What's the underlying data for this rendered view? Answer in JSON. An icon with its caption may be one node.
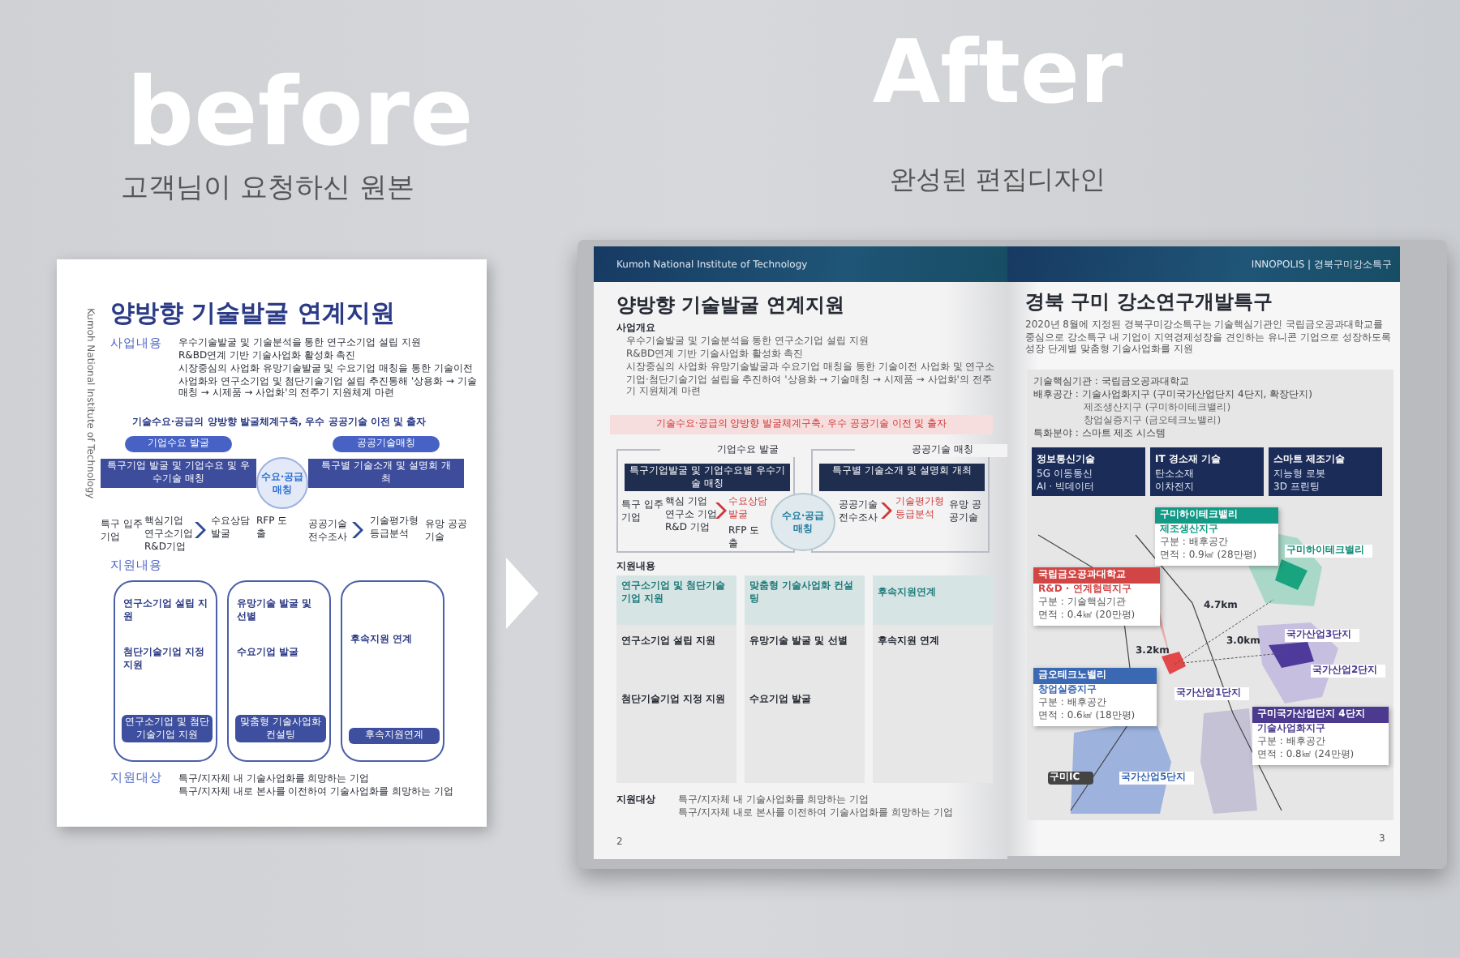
{
  "diagram": {
    "nodes": [
      {
        "text": [
          "Kumoh National Institute of Technology",
          "양방향 기술발굴 연계지원",
          "사업내용",
          "우수기술발굴 및 기술분석을 통한 연구소기업 설립 지원",
          "R&BD연계 기반 기술사업화 활성화 촉진",
          "시장중심의 사업화 유망기술발굴 및 수요기업 매칭을 통한 기술이전 사업화와 연구소기업 및 첨단기술기업 설립 추진통해 '상용화 → 기술매칭 → 시제품 → 사업화'의 전주기 지원체계 마련",
          "기술수요·공급의 양방향 발굴체계구축, 우수 공공기술 이전 및 출자",
          "지원내용",
          "지원대상",
          "특구/지자체 내 기술사업화를 희망하는 기업",
          "특구/지자체 내로 본사를 이전하여 기술사업화를 희망하는 기업"
        ]
      },
      {
        "text": [
          "기업수요 발굴"
        ],
        "in": 0
      },
      {
        "text": [
          "공공기술매칭"
        ],
        "in": 0
      },
      {
        "text": [
          "특구기업 발굴 및 기업수요 및 우수기술 매칭"
        ],
        "in": 0
      },
      {
        "text": [
          "특구별 기술소개 및 설명회 개최"
        ],
        "in": 0
      },
      {
        "text": [
          "수요·공급 매칭"
        ],
        "in": 0
      },
      {
        "text": [
          "연구소기업 설립 지원",
          "첨단기술기업 지정 지원",
          "연구소기업 및 첨단기술기업 지원"
        ],
        "in": 0
      },
      {
        "text": [
          "유망기술 발굴 및 선별",
          "수요기업 발굴",
          "맞춤형 기술사업화 컨설팅"
        ],
        "in": 0
      },
      {
        "text": [
          "후속지원 연계",
          "후속지원연계"
        ],
        "in": 0
      },
      {
        "text": [],
        "shape": "picture"
      },
      {
        "text": [
          "Kumoh National Institute of Technology",
          "양방향 기술발굴 연계지원",
          "사업개요",
          "우수기술발굴 및 기술분석을 통한 연구소기업 설립 지원",
          "R&BD연계 기반 기술사업화 활성화 촉진",
          "시장중심의 사업화 유망기술발굴과 수요기업 매칭을 통한 기술이전 사업화 및 연구소기업·첨단기술기업 설립을 추진하여 '상용화 → 기술매칭 → 시제품 → 사업화'의 전주기 지원체계 마련",
          "기술수요·공급의 양방향 발굴체계구축, 우수 공공기술 이전 및 출자",
          "지원내용",
          "지원대상",
          "특구/지자체 내 기술사업화를 희망하는 기업",
          "특구/지자체 내로 본사를 이전하여 기술사업화를 희망하는 기업",
          "2"
        ],
        "in": 9
      },
      {
        "text": [
          "기업수요 발굴"
        ],
        "in": 10
      },
      {
        "text": [
          "공공기술 매칭"
        ],
        "in": 10
      },
      {
        "text": [
          "특구기업발굴 및 기업수요별 우수기술 매칭"
        ],
        "in": 11
      },
      {
        "text": [
          "특구별 기술소개 및 설명회 개최"
        ],
        "in": 12
      },
      {
        "text": [
          "수요·공급 매칭"
        ],
        "in": 10
      },
      {
        "text": [
          "연구소기업 및 첨단기술기업 지원",
          "연구소기업 설립 지원",
          "첨단기술기업 지정 지원"
        ],
        "in": 10
      },
      {
        "text": [
          "맞춤형 기술사업화 컨설팅",
          "유망기술 발굴 및 선별",
          "수요기업 발굴"
        ],
        "in": 10
      },
      {
        "text": [
          "후속지원연계",
          "후속지원 연계"
        ],
        "in": 10
      },
      {
        "text": [
          "INNOPOLIS | 경북구미강소특구",
          "경북 구미 강소연구개발특구",
          "2020년 8월에 지정된 경북구미강소특구는 기술핵심기관인 국립금오공과대학교를 중심으로 강소특구 내 기업이 지역경제성장을 견인하는 유니콘 기업으로 성장하도록 성장 단계별 맞춤형 기술사업화를 지원",
          "기술핵심기관 : 국립금오공과대학교",
          "배후공간 : 기술사업화지구 (구미국가산업단지 4단지, 확장단지)",
          "제조생산지구 (구미하이테크밸리)",
          "창업실증지구 (금오테크노밸리)",
          "특화분야 : 스마트 제조 시스템",
          "3"
        ],
        "in": 9
      },
      {
        "text": [
          "정보통신기술",
          "5G 이동통신",
          "AI · 빅데이터"
        ],
        "in": 19
      },
      {
        "text": [
          "IT 경소재 기술",
          "탄소소재",
          "이차전지"
        ],
        "in": 19
      },
      {
        "text": [
          "스마트 제조기술",
          "지능형 로봇",
          "3D 프린팅"
        ],
        "in": 19
      },
      {
        "text": [
          "구미하이테크밸리",
          "제조생산지구",
          "구분 : 배후공간",
          "면적 : 0.9㎢ (28만평)"
        ],
        "in": 19
      },
      {
        "text": [
          "국립금오공과대학교",
          "R&D · 연계협력지구",
          "구분 : 기술핵심기관",
          "면적 : 0.4㎢ (20만평)"
        ],
        "in": 19
      },
      {
        "text": [
          "금오테크노밸리",
          "창업실증지구",
          "구분 : 배후공간",
          "면적 : 0.6㎢ (18만평)"
        ],
        "in": 19
      },
      {
        "text": [
          "구미국가산업단지 4단지",
          "기술사업화지구",
          "구분 : 배후공간",
          "면적 : 0.8㎢ (24만평)"
        ],
        "in": 19
      }
    ],
    "edges": [
      {
        "from": 0,
        "to": 9,
        "arrow": "to"
      }
    ],
    "labels": [
      "before",
      "고객님이 요청하신 원본",
      "After",
      "완성된 편집디자인",
      "특구 입주기업",
      "핵심기업",
      "연구소기업",
      "R&D기업",
      "수요상담 발굴",
      "RFP 도출",
      "공공기술 전수조사",
      "기술평가형 등급분석",
      "유망 공공기술",
      "특구 입주기업",
      "핵심 기업",
      "연구소 기업",
      "R&D 기업",
      "수요상담 발굴",
      "RFP 도출",
      "공공기술 전수조사",
      "기술평가형 등급분석",
      "유망 공공기술",
      "구미하이테크밸리",
      "국가산업3단지",
      "국가산업2단지",
      "국가산업1단지",
      "구미IC",
      "국가산업5단지",
      "4.7km",
      "3.0km",
      "3.2km"
    ]
  }
}
